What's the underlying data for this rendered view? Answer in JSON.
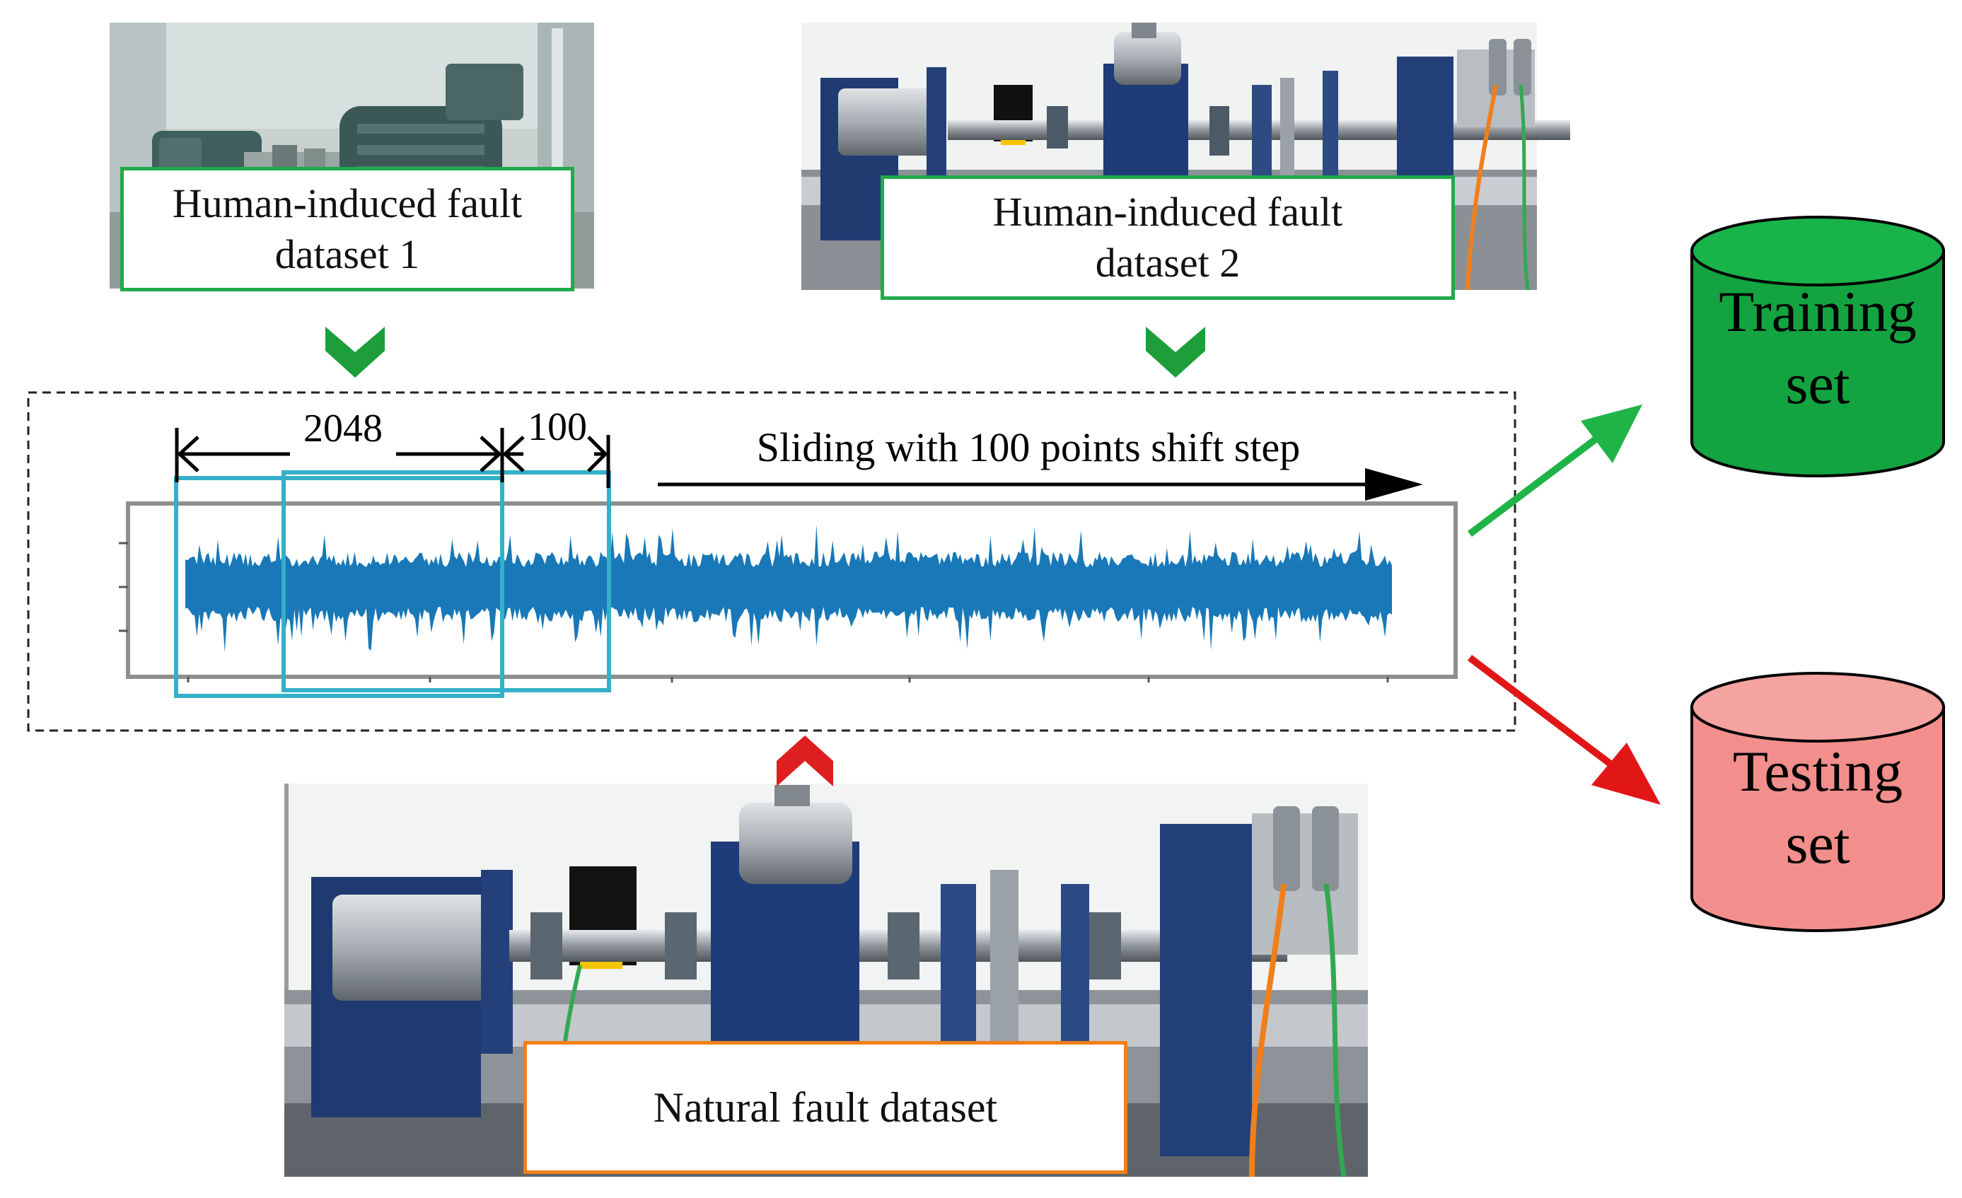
{
  "labels": {
    "dataset1_line1": "Human-induced fault",
    "dataset1_line2": "dataset 1",
    "dataset2_line1": "Human-induced fault",
    "dataset2_line2": "dataset 2",
    "natural": "Natural fault dataset",
    "window_size": "2048",
    "shift_size": "100",
    "sliding_text": "Sliding with 100 points shift step",
    "training_line1": "Training",
    "training_line2": "set",
    "testing_line1": "Testing",
    "testing_line2": "set"
  },
  "colors": {
    "green_border": "#1faa4b",
    "orange_border": "#f07f1a",
    "window_teal": "#34b0c8",
    "signal_blue": "#1878b8",
    "green_chevron": "#1d9e3a",
    "red_chevron": "#dd1f1f",
    "green_arrow": "#1fb447",
    "red_arrow": "#e11616",
    "training_fill": "#13a441",
    "testing_fill": "#f28f8c"
  },
  "icons": {
    "down_chevron": "chevron-down-icon",
    "up_chevron": "chevron-up-icon",
    "database": "database-cylinder-icon",
    "machine_photo": "test-rig-photo"
  }
}
